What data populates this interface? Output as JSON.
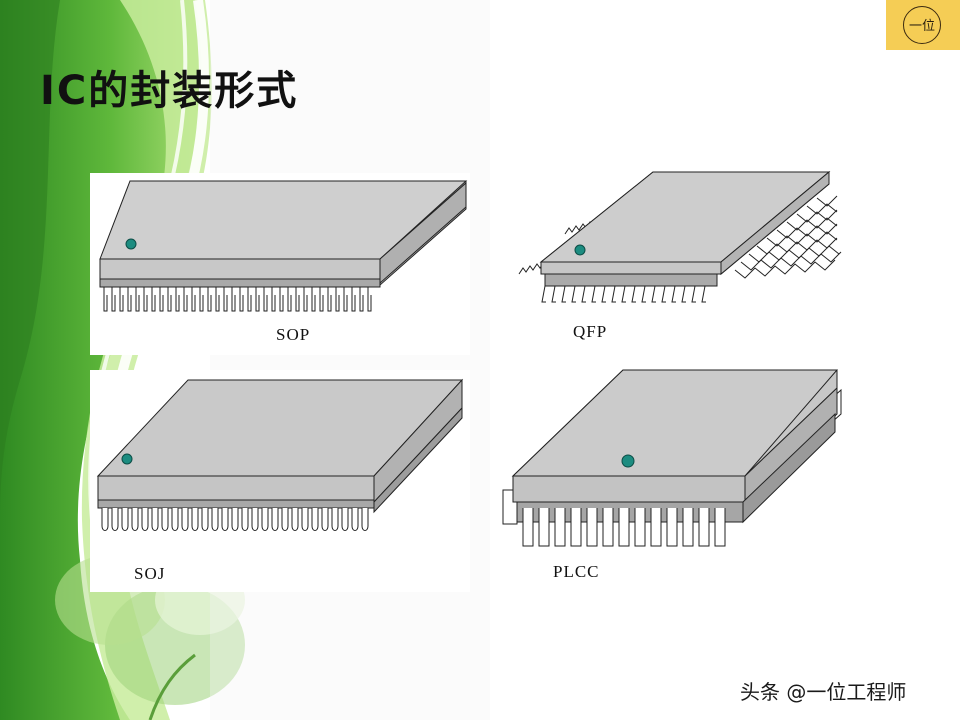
{
  "slide": {
    "title": "IC的封装形式",
    "logo_text": "一位",
    "watermark": "头条 @一位工程师"
  },
  "packages": [
    {
      "id": "sop",
      "label": "SOP"
    },
    {
      "id": "qfp",
      "label": "QFP"
    },
    {
      "id": "soj",
      "label": "SOJ"
    },
    {
      "id": "plcc",
      "label": "PLCC"
    }
  ],
  "colors": {
    "green_dark": "#3f9a2c",
    "green_light": "#9fd86a",
    "chip_body": "#c0c0c0",
    "pin_one_dot": "#1c8c80",
    "logo_badge": "#f5cd55"
  }
}
